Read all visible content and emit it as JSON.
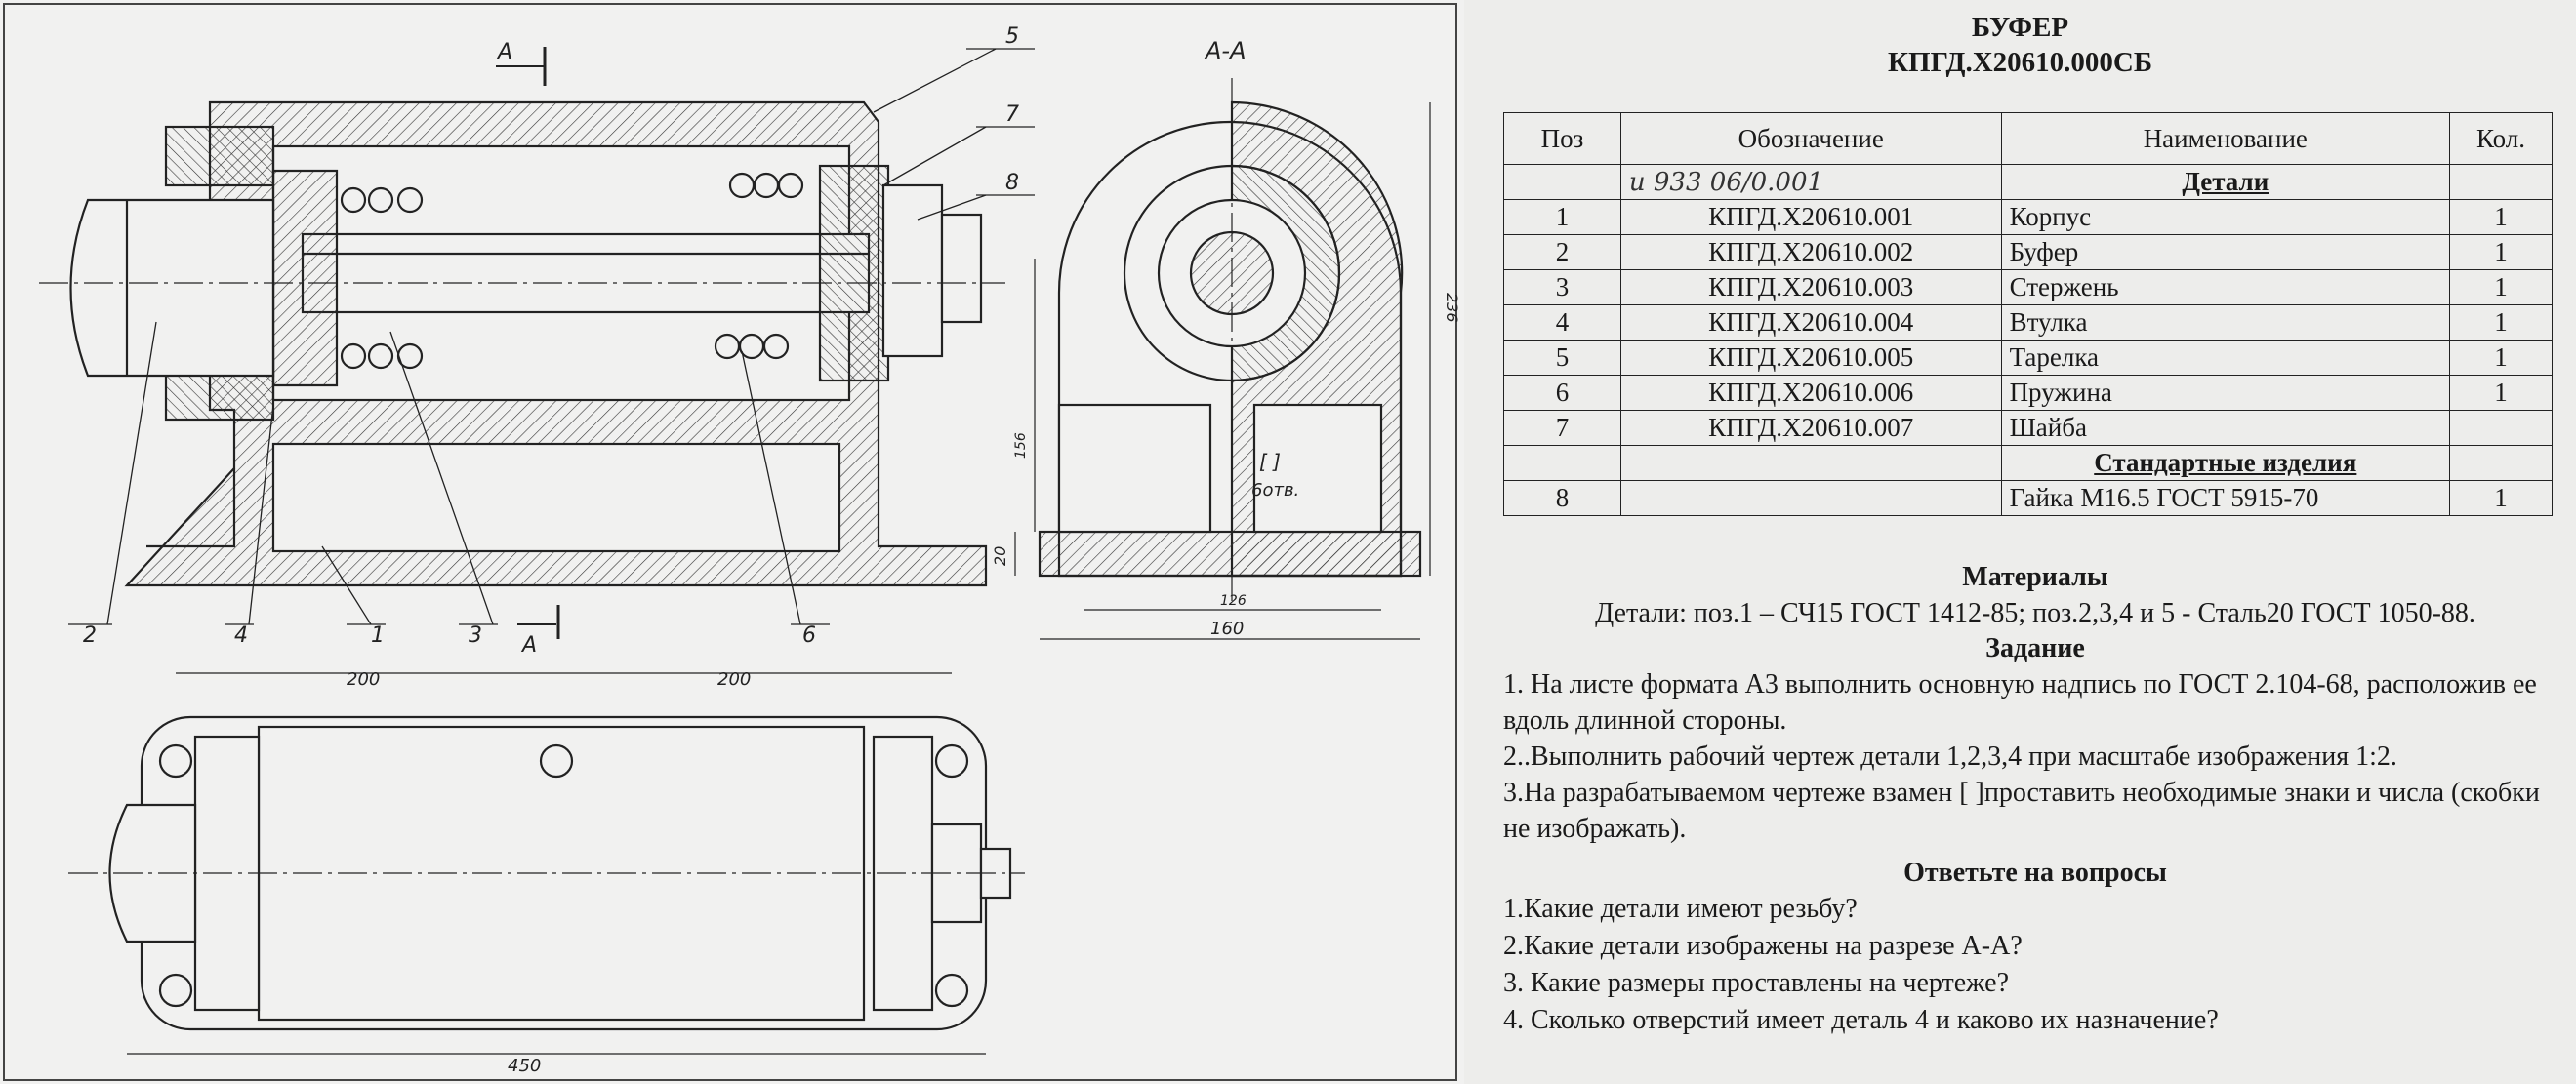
{
  "drawing": {
    "section_mark_top": "А",
    "section_mark_bottom": "А",
    "section_view_title": "А-А",
    "leaders": [
      "5",
      "7",
      "8",
      "2",
      "4",
      "1",
      "3",
      "6"
    ],
    "dims": {
      "d200a": "200",
      "d200b": "200",
      "d450": "450",
      "d236": "236",
      "d156": "156",
      "d20": "20",
      "d126": "126",
      "d160": "160",
      "bracket": "[ ]",
      "holes": "6отв."
    }
  },
  "spec": {
    "title": "БУФЕР",
    "code": "КПГД.Х20610.000СБ",
    "headers": [
      "Поз",
      "Обозначение",
      "Наименование",
      "Кол."
    ],
    "handwritten": "и 933 06/0.001",
    "section_details": "Детали",
    "rows": [
      {
        "pos": "1",
        "code": "КПГД.Х20610.001",
        "name": "Корпус",
        "qty": "1"
      },
      {
        "pos": "2",
        "code": "КПГД.Х20610.002",
        "name": "Буфер",
        "qty": "1"
      },
      {
        "pos": "3",
        "code": "КПГД.Х20610.003",
        "name": "Стержень",
        "qty": "1"
      },
      {
        "pos": "4",
        "code": "КПГД.Х20610.004",
        "name": "Втулка",
        "qty": "1"
      },
      {
        "pos": "5",
        "code": "КПГД.Х20610.005",
        "name": "Тарелка",
        "qty": "1"
      },
      {
        "pos": "6",
        "code": "КПГД.Х20610.006",
        "name": "Пружина",
        "qty": "1"
      },
      {
        "pos": "7",
        "code": "КПГД.Х20610.007",
        "name": "Шайба",
        "qty": ""
      }
    ],
    "section_std": "Стандартные изделия",
    "std_rows": [
      {
        "pos": "8",
        "code": "",
        "name": "Гайка М16.5 ГОСТ 5915-70",
        "qty": "1"
      }
    ],
    "materials_title": "Материалы",
    "materials_text": "Детали: поз.1 – СЧ15 ГОСТ 1412-85;  поз.2,3,4 и 5 - Сталь20 ГОСТ 1050-88.",
    "task_title": "Задание",
    "task_items": [
      "1. На листе формата А3 выполнить основную надпись по  ГОСТ 2.104-68, расположив ее вдоль длинной стороны.",
      "2..Выполнить рабочий чертеж  детали 1,2,3,4 при масштабе изображения 1:2.",
      "3.На разрабатываемом чертеже взамен  [ ]проставить необходимые знаки и числа (скобки не изображать)."
    ],
    "questions_title": "Ответьте на вопросы",
    "questions": [
      "1.Какие  детали имеют резьбу?",
      "2.Какие детали изображены на разрезе А-А?",
      "3. Какие размеры проставлены на чертеже?",
      "4. Сколько отверстий имеет деталь 4 и каково их назначение?"
    ]
  }
}
